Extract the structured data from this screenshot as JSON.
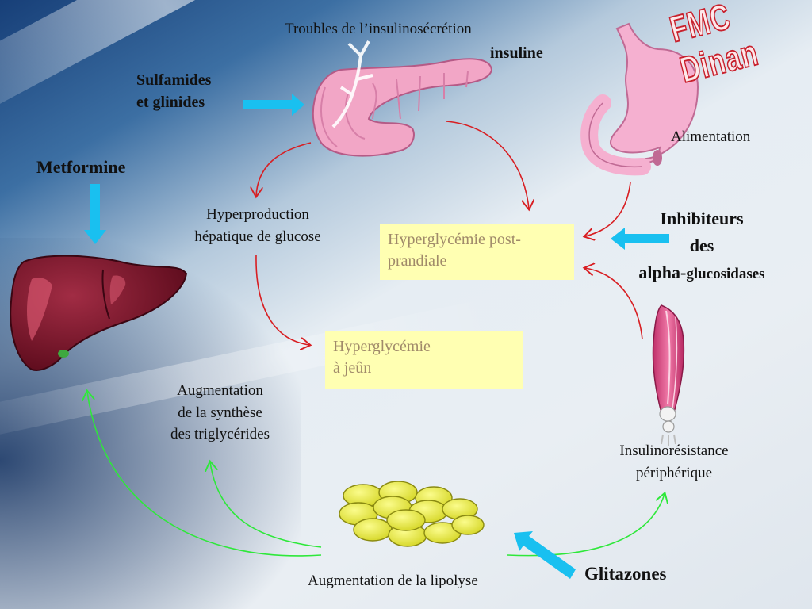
{
  "brand": "FMC Dinan",
  "labels": {
    "troubles": "Troubles de l’insulinosécrétion",
    "insuline": "insuline",
    "sulfamides": [
      "Sulfamides",
      "et glinides"
    ],
    "metformine": "Metformine",
    "alimentation": "Alimentation",
    "hyperproduction": [
      "Hyperproduction",
      "hépatique de glucose"
    ],
    "inhibiteurs": [
      "Inhibiteurs",
      "des",
      "alpha-",
      "glucosidases"
    ],
    "augmentation_synthese": [
      "Augmentation",
      "de la synthèse",
      "des triglycérides"
    ],
    "insulinoresistance": [
      "Insulinorésistance",
      "périphérique"
    ],
    "lipolyse": "Augmentation de la lipolyse",
    "glitazones": "Glitazones"
  },
  "boxes": {
    "postprandiale": [
      "Hyperglycémie post-",
      "prandiale"
    ],
    "jeun": [
      "Hyperglycémie",
      "à jeûn"
    ]
  },
  "colors": {
    "red_arrow": "#d81e22",
    "green_arrow": "#2ee83a",
    "blue_arrow": "#19c0f0",
    "box_fill": "#ffffb2",
    "box_text": "#a08a6a",
    "liver": "#7a1426",
    "pancreas": "#f2a6c6",
    "stomach": "#f5b0d0",
    "fat": "#ecee4a",
    "muscle": "#e0508a"
  },
  "icons": [
    "pancreas-icon",
    "stomach-icon",
    "liver-icon",
    "muscle-icon",
    "fat-cells-icon"
  ]
}
